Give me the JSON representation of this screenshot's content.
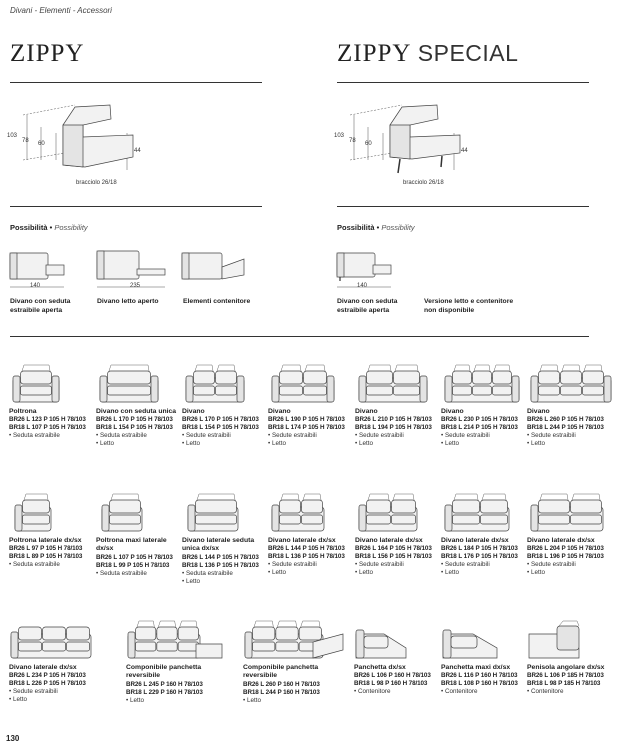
{
  "breadcrumb": "Divani - Elementi - Accessori",
  "page_number": "130",
  "left": {
    "title": "ZIPPY",
    "dims": {
      "h1": "103",
      "h2": "78",
      "h3": "60",
      "h4": "44",
      "armrest": "bracciolo 26/18"
    },
    "possibility_label": "Possibilità",
    "possibility_label_en": "Possibility",
    "options": [
      {
        "caption": "Divano con seduta estraibile aperta",
        "dim": "140"
      },
      {
        "caption": "Divano letto aperto",
        "dim": "235"
      },
      {
        "caption": "Elementi contenitore",
        "dim": ""
      }
    ]
  },
  "right": {
    "title_main": "ZIPPY",
    "title_suffix": "SPECIAL",
    "dims": {
      "h1": "103",
      "h2": "78",
      "h3": "60",
      "h4": "44",
      "armrest": "bracciolo 26/18"
    },
    "possibility_label": "Possibilità",
    "possibility_label_en": "Possibility",
    "options": [
      {
        "caption": "Divano con seduta estraibile aperta",
        "dim": "140"
      },
      {
        "caption": "Versione letto e contenitore non disponibile",
        "dim": ""
      }
    ]
  },
  "row1": [
    {
      "name": "Poltrona",
      "d1": "BR26 L 123 P 105 H 78/103",
      "d2": "BR18 L 107 P 105 H 78/103",
      "f": [
        "• Seduta estraibile"
      ]
    },
    {
      "name": "Divano con seduta unica",
      "d1": "BR26 L 170 P 105 H 78/103",
      "d2": "BR18 L 154 P 105 H 78/103",
      "f": [
        "• Seduta estraibile",
        "• Letto"
      ]
    },
    {
      "name": "Divano",
      "d1": "BR26 L 170 P 105 H 78/103",
      "d2": "BR18 L 154 P 105 H 78/103",
      "f": [
        "• Sedute estraibili",
        "• Letto"
      ]
    },
    {
      "name": "Divano",
      "d1": "BR26 L 190 P 105 H 78/103",
      "d2": "BR18 L 174 P 105 H 78/103",
      "f": [
        "• Sedute estraibili",
        "• Letto"
      ]
    },
    {
      "name": "Divano",
      "d1": "BR26 L 210 P 105 H 78/103",
      "d2": "BR18 L 194 P 105 H 78/103",
      "f": [
        "• Sedute estraibili",
        "• Letto"
      ]
    },
    {
      "name": "Divano",
      "d1": "BR26 L 230 P 105 H 78/103",
      "d2": "BR18 L 214 P 105 H 78/103",
      "f": [
        "• Sedute estraibili",
        "• Letto"
      ]
    },
    {
      "name": "Divano",
      "d1": "BR26 L 260 P 105 H 78/103",
      "d2": "BR18 L 244 P 105 H 78/103",
      "f": [
        "• Sedute estraibili",
        "• Letto"
      ]
    }
  ],
  "row2": [
    {
      "name": "Poltrona laterale dx/sx",
      "d1": "BR26 L 97 P 105 H 78/103",
      "d2": "BR18 L 89 P 105 H 78/103",
      "f": [
        "• Seduta estraibile"
      ]
    },
    {
      "name": "Poltrona maxi laterale dx/sx",
      "d1": "BR26 L 107 P 105 H 78/103",
      "d2": "BR18 L 99 P 105 H 78/103",
      "f": [
        "• Seduta estraibile"
      ]
    },
    {
      "name": "Divano laterale seduta unica dx/sx",
      "d1": "BR26 L 144 P 105 H 78/103",
      "d2": "BR18 L 136 P 105 H 78/103",
      "f": [
        "• Seduta estraibile",
        "• Letto"
      ]
    },
    {
      "name": "Divano laterale dx/sx",
      "d1": "BR26 L 144 P 105 H 78/103",
      "d2": "BR18 L 136 P 105 H 78/103",
      "f": [
        "• Sedute estraibili",
        "• Letto"
      ]
    },
    {
      "name": "Divano laterale dx/sx",
      "d1": "BR26 L 164 P 105 H 78/103",
      "d2": "BR18 L 156 P 105 H 78/103",
      "f": [
        "• Sedute estraibili",
        "• Letto"
      ]
    },
    {
      "name": "Divano laterale dx/sx",
      "d1": "BR26 L 184 P 105 H 78/103",
      "d2": "BR18 L 176 P 105 H 78/103",
      "f": [
        "• Sedute estraibili",
        "• Letto"
      ]
    },
    {
      "name": "Divano laterale dx/sx",
      "d1": "BR26 L 204 P 105 H 78/103",
      "d2": "BR18 L 196 P 105 H 78/103",
      "f": [
        "• Sedute estraibili",
        "• Letto"
      ]
    }
  ],
  "row3": [
    {
      "name": "Divano laterale dx/sx",
      "d1": "BR26 L 234 P 105 H 78/103",
      "d2": "BR18 L 226 P 105 H 78/103",
      "f": [
        "• Sedute estraibili",
        "• Letto"
      ]
    },
    {
      "name": "Componibile panchetta reversibile",
      "d1": "BR26 L 245 P 160 H 78/103",
      "d2": "BR18 L 229 P 160 H 78/103",
      "f": [
        "• Letto"
      ]
    },
    {
      "name": "Componibile panchetta reversibile",
      "d1": "BR26 L 260 P 160 H 78/103",
      "d2": "BR18 L 244 P 160 H 78/103",
      "f": [
        "• Letto"
      ]
    },
    {
      "name": "Panchetta dx/sx",
      "d1": "BR26 L 106 P 160 H 78/103",
      "d2": "BR18 L 98 P 160 H 78/103",
      "f": [
        "• Contenitore"
      ]
    },
    {
      "name": "Panchetta maxi dx/sx",
      "d1": "BR26 L 116 P 160 H 78/103",
      "d2": "BR18 L 108 P 160 H 78/103",
      "f": [
        "• Contenitore"
      ]
    },
    {
      "name": "Penisola angolare dx/sx",
      "d1": "BR26 L 106 P 185 H 78/103",
      "d2": "BR18 L 98 P 185 H 78/103",
      "f": [
        "• Contenitore"
      ]
    }
  ]
}
